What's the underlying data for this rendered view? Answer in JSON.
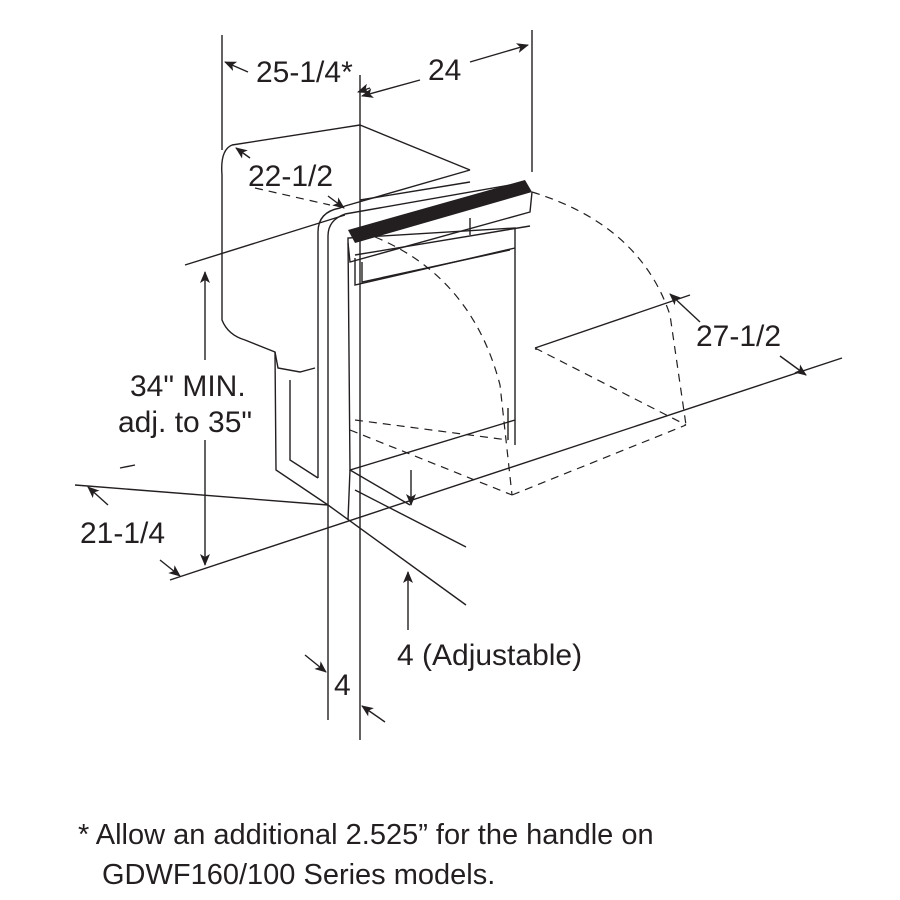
{
  "dimensions": {
    "overall_depth_with_handle": "25-1/4*",
    "width": "24",
    "depth": "22-1/2",
    "height": "34\" MIN.",
    "height_adjust": "adj. to 35\"",
    "floor_depth": "21-1/4",
    "door_open_depth": "27-1/2",
    "leg_adjust": "4 (Adjustable)",
    "toe_kick": "4"
  },
  "footnote": {
    "line1": "* Allow an additional 2.525” for the handle on",
    "line2": "GDWF160/100 Series models."
  }
}
